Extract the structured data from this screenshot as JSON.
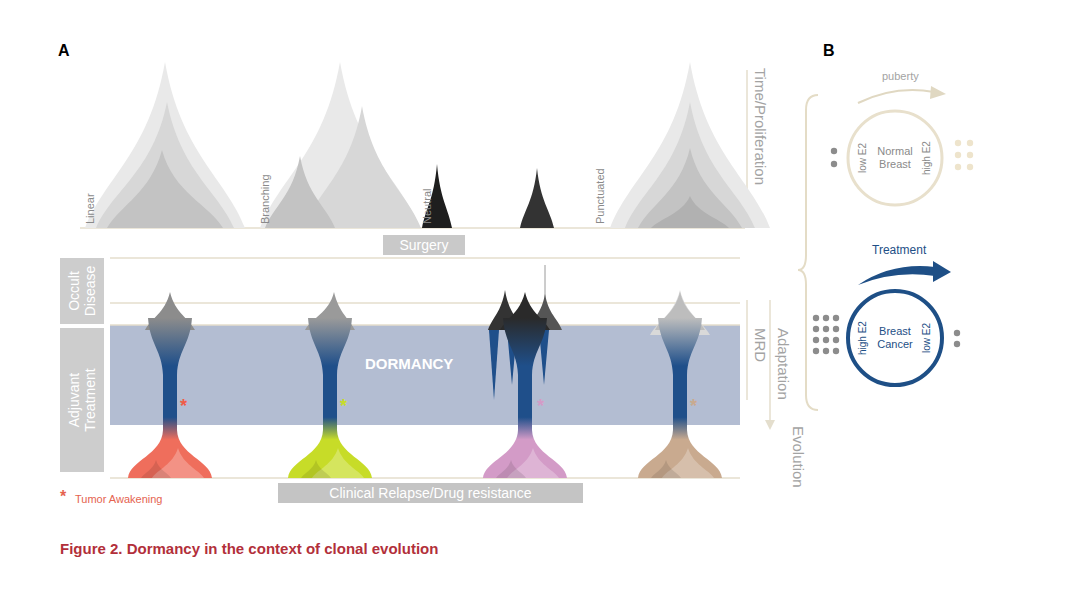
{
  "diagram": {
    "caption": "Figure 2. Dormancy in the context of clonal evolution",
    "nodes": [
      {
        "text": [
          "Occult Disease"
        ]
      },
      {
        "text": [
          "Adjuvant Treatment"
        ]
      },
      {
        "text": [
          "Surgery"
        ]
      },
      {
        "text": [
          "DORMANCY"
        ]
      },
      {
        "text": [
          "Clinical Relapse/Drug resistance"
        ]
      },
      {
        "text": [
          "Normal Breast",
          "low E2",
          "high E2"
        ]
      },
      {
        "text": [
          "Breast Cancer",
          "high E2",
          "low E2"
        ]
      }
    ],
    "labels": [
      "A",
      "B",
      "Time/Proliferation",
      "Linear",
      "Branching",
      "Neutral",
      "Punctuated",
      "Adaptation",
      "MRD",
      "Evolution",
      "*",
      "*",
      "*",
      "*",
      "*",
      "Tumor Awakening",
      "puberty",
      "Treatment"
    ]
  }
}
